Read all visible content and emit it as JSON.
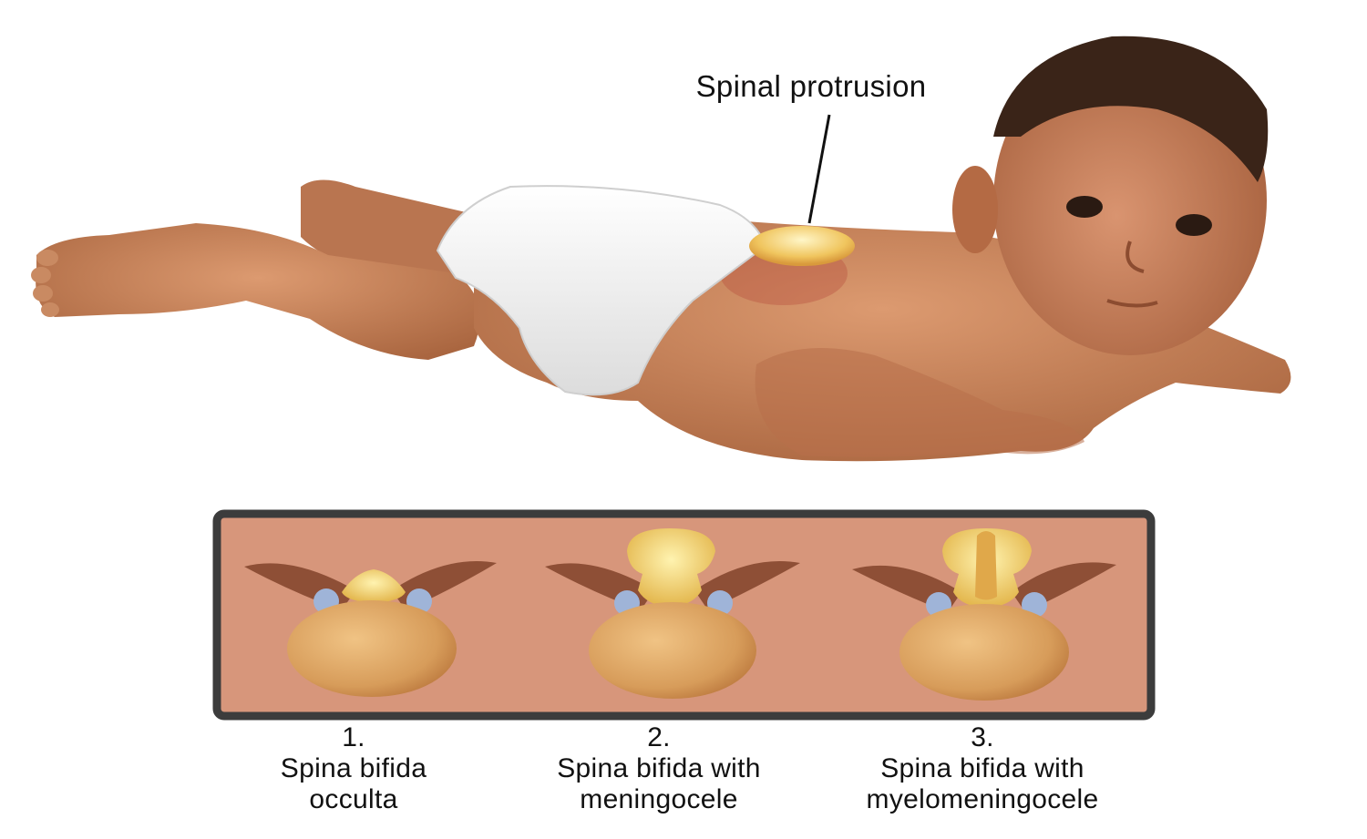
{
  "callout": {
    "label": "Spinal protrusion"
  },
  "panels": [
    {
      "number": "1.",
      "line1": "Spina bifida",
      "line2": "occulta"
    },
    {
      "number": "2.",
      "line1": "Spina bifida with",
      "line2": "meningocele"
    },
    {
      "number": "3.",
      "line1": "Spina bifida with",
      "line2": "myelomeningocele"
    }
  ],
  "colors": {
    "skin": "#c8845c",
    "skin_shadow": "#9c5a38",
    "diaper": "#f7f7f7",
    "protrusion": "#f2d27a",
    "panel_bg": "#d7967b",
    "panel_border": "#3c3c3c",
    "vertebra": "#c9904f",
    "spinal_cord": "#e8c35a",
    "nerve_node": "#9fb4d8"
  }
}
